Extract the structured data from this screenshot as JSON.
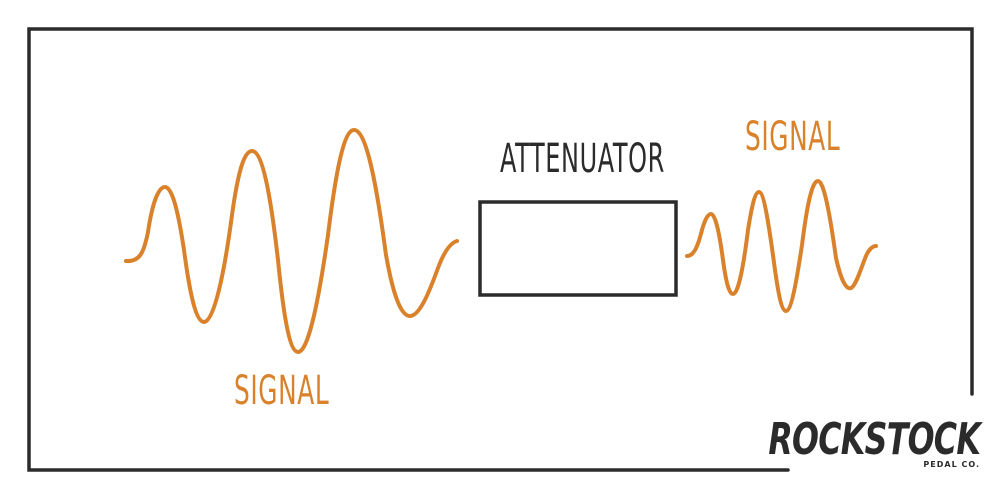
{
  "colors": {
    "signal": "#d9822b",
    "line": "#2b2b2b",
    "background": "#ffffff"
  },
  "labels": {
    "input_signal": "SIGNAL",
    "output_signal": "SIGNAL",
    "component": "ATTENUATOR"
  },
  "logo": {
    "brand": "ROCKSTOCK",
    "subtitle": "PEDAL CO."
  }
}
